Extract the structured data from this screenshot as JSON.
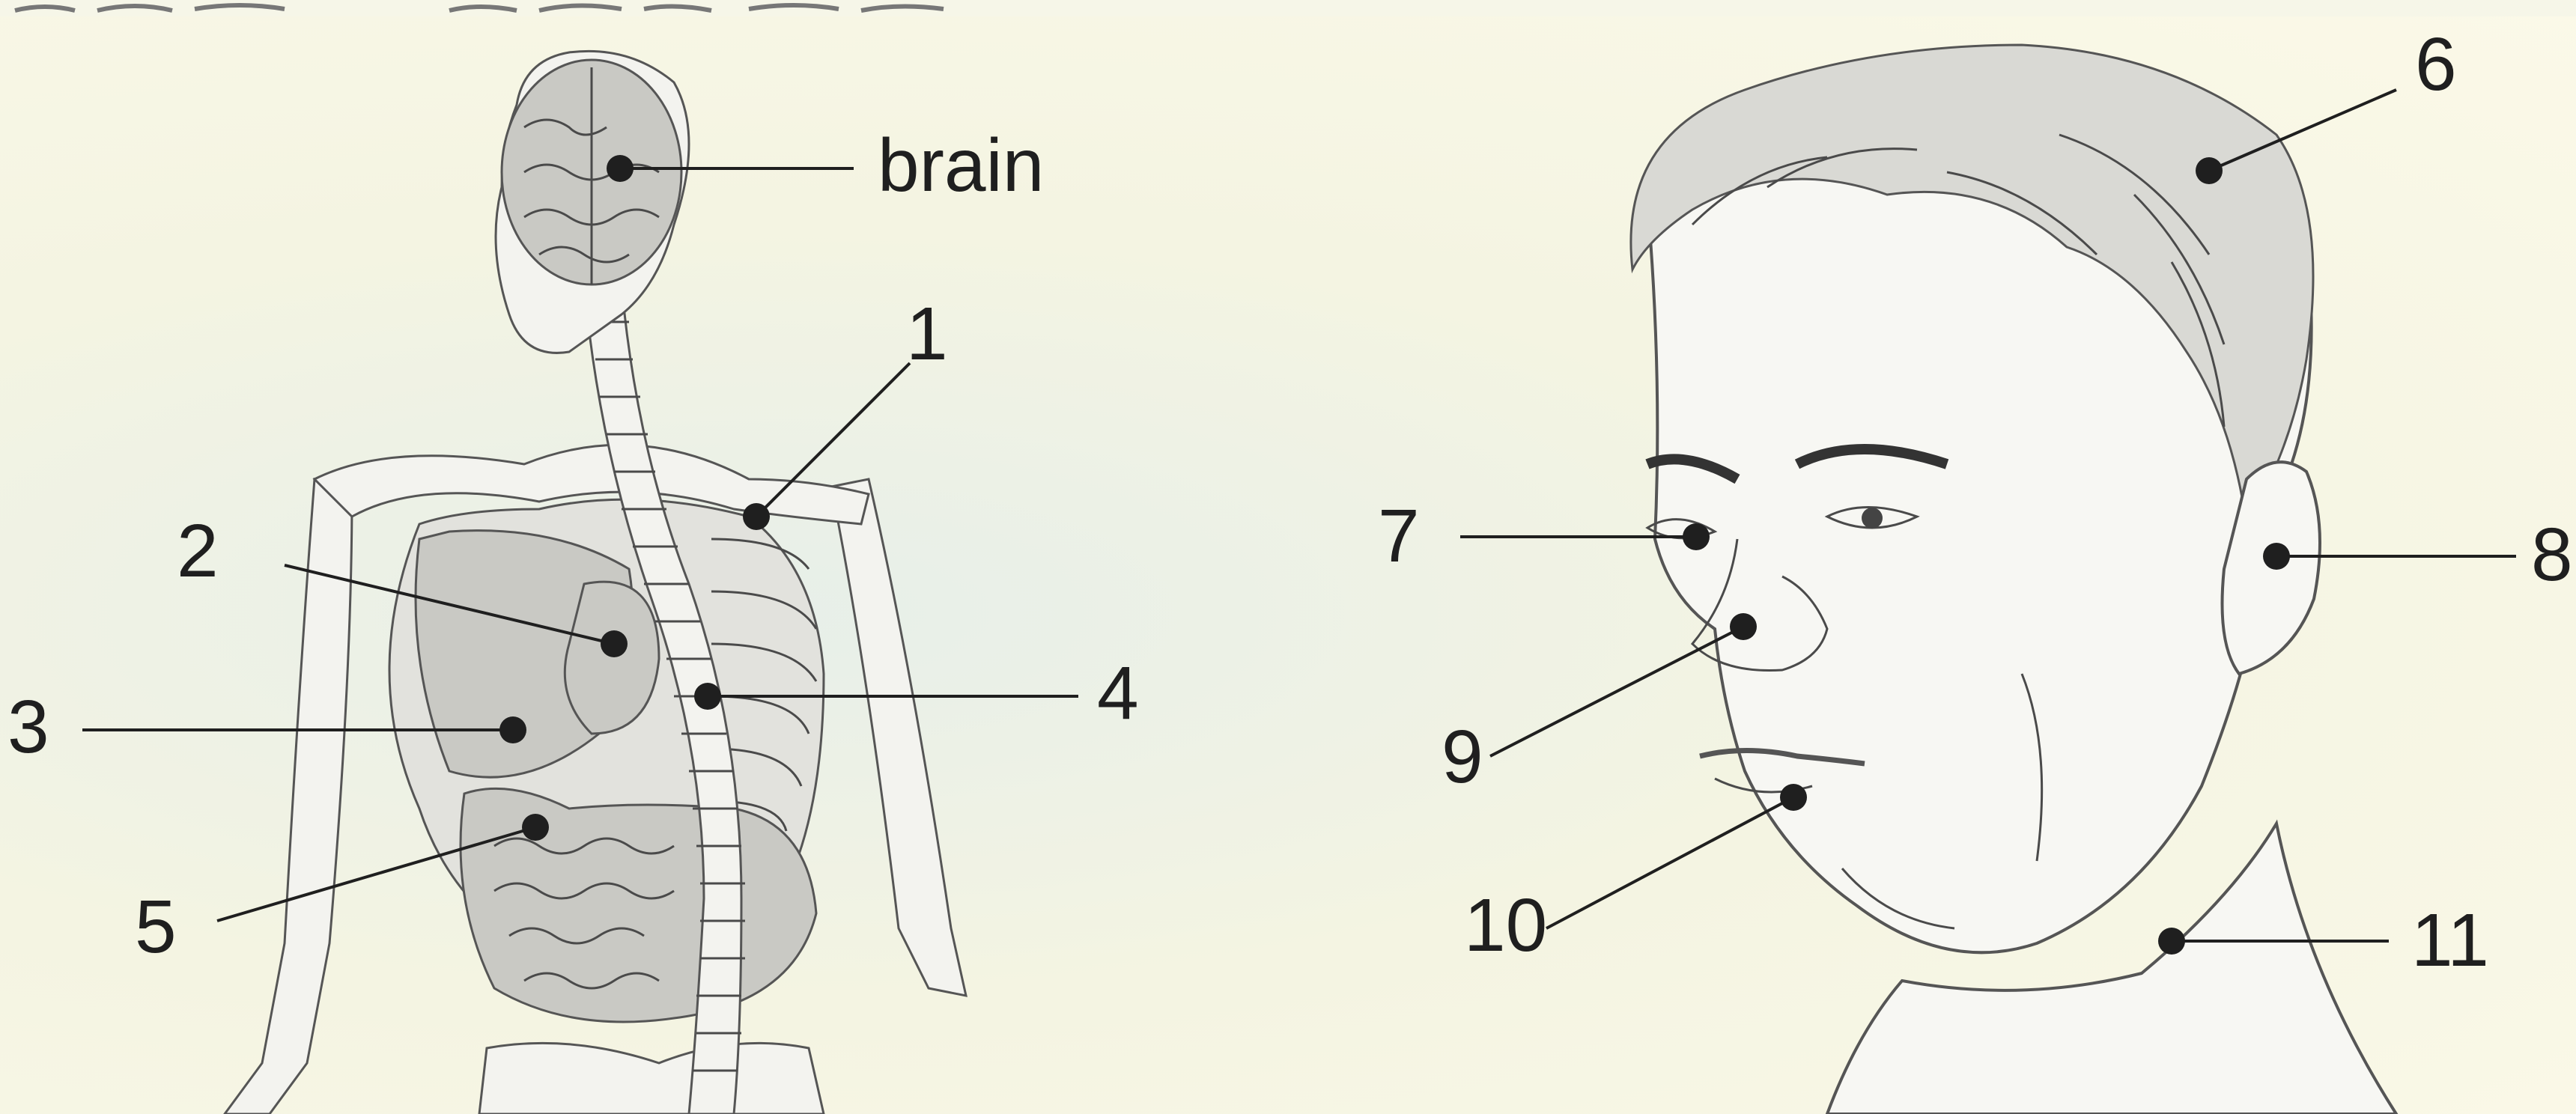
{
  "labels": {
    "brain": "brain",
    "n1": "1",
    "n2": "2",
    "n3": "3",
    "n4": "4",
    "n5": "5",
    "n6": "6",
    "n7": "7",
    "n8": "8",
    "n9": "9",
    "n10": "10",
    "n11": "11"
  },
  "colors": {
    "background": "#f8f7e6",
    "ink": "#1f1f1f",
    "bone": "#f3f3ef",
    "organ": "#c9c9c4"
  }
}
